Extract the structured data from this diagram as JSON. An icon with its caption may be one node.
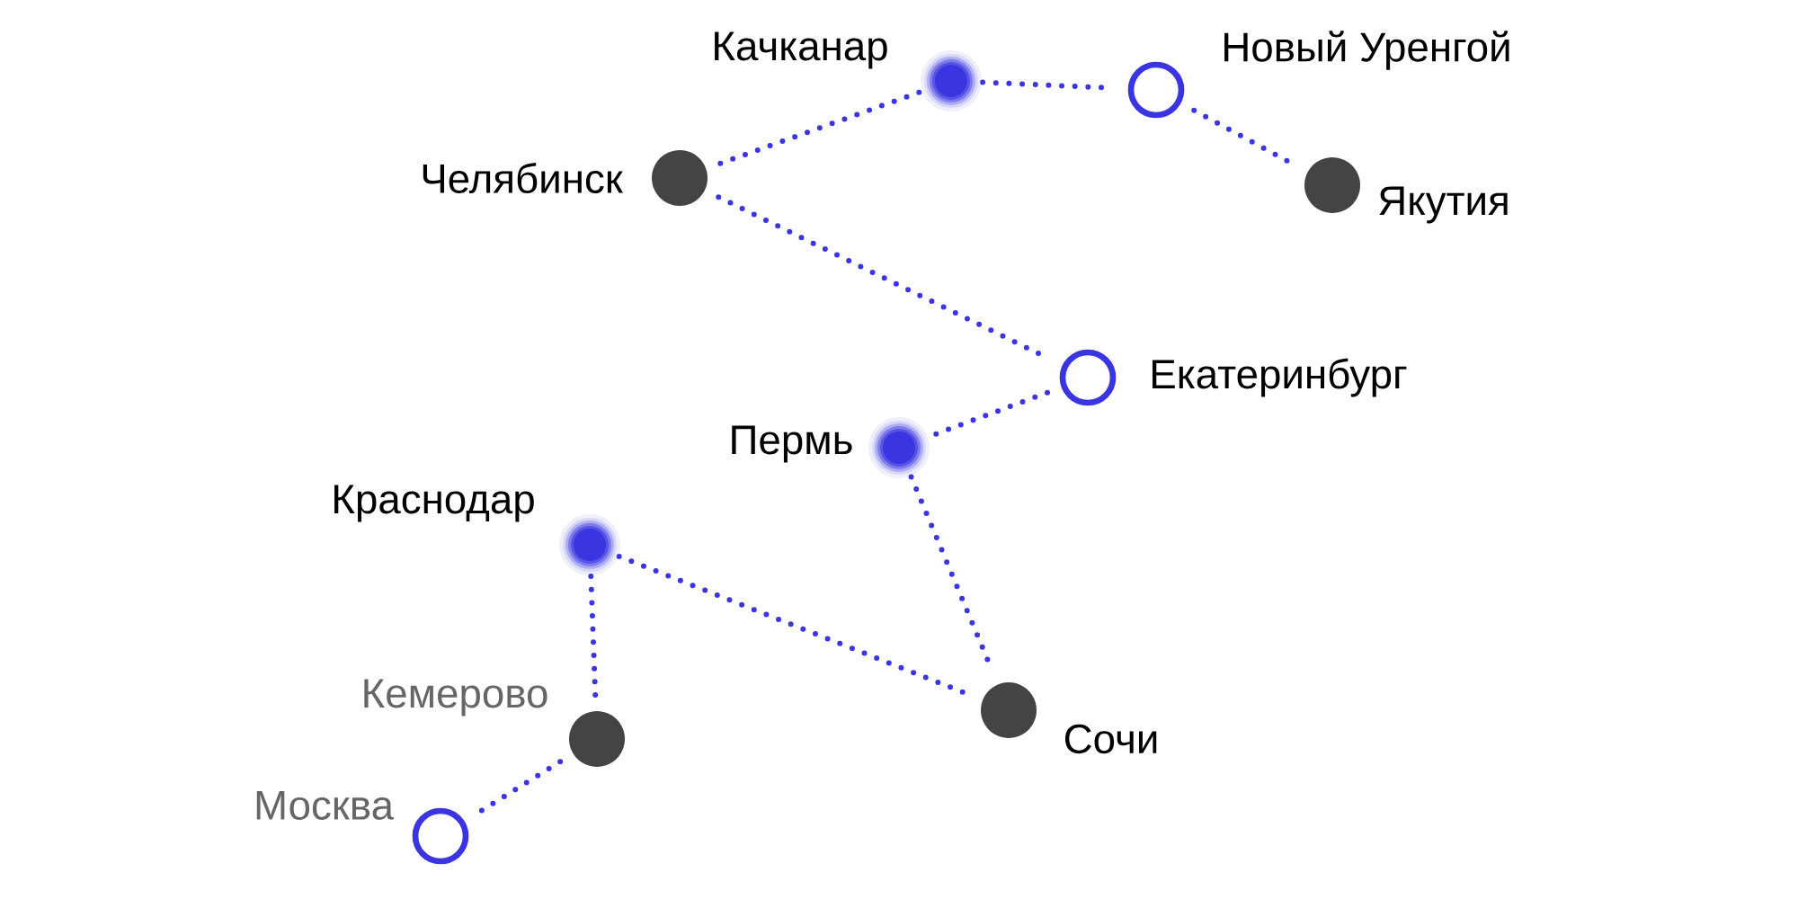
{
  "diagram": {
    "nodes": [
      {
        "text": [
          "Качканар"
        ]
      },
      {
        "text": [
          "Новый Уренгой"
        ]
      },
      {
        "text": [
          "Челябинск"
        ]
      },
      {
        "text": [
          "Якутия"
        ]
      },
      {
        "text": [
          "Екатеринбург"
        ]
      },
      {
        "text": [
          "Пермь"
        ]
      },
      {
        "text": [
          "Краснодар"
        ]
      },
      {
        "text": [
          "Кемерово"
        ]
      },
      {
        "text": [
          "Сочи"
        ]
      },
      {
        "text": [
          "Москва"
        ]
      }
    ],
    "edges": [
      {
        "from": 2,
        "to": 0,
        "arrow": "none"
      },
      {
        "from": 0,
        "to": 1,
        "arrow": "none"
      },
      {
        "from": 1,
        "to": 3,
        "arrow": "none"
      },
      {
        "from": 2,
        "to": 4,
        "arrow": "none"
      },
      {
        "from": 4,
        "to": 5,
        "arrow": "none"
      },
      {
        "from": 5,
        "to": 8,
        "arrow": "none"
      },
      {
        "from": 6,
        "to": 8,
        "arrow": "none"
      },
      {
        "from": 6,
        "to": 7,
        "arrow": "none"
      },
      {
        "from": 7,
        "to": 9,
        "arrow": "none"
      }
    ]
  }
}
